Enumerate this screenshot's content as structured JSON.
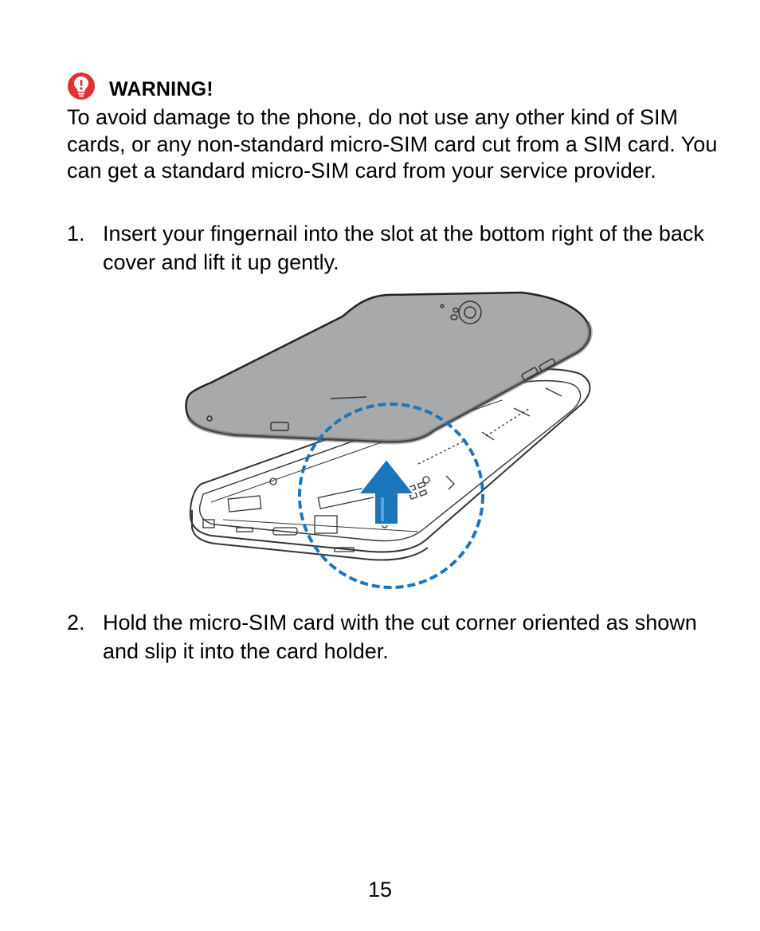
{
  "warning": {
    "title": "WARNING!",
    "icon": "warning-icon",
    "icon_color": "#e03232",
    "body": "To avoid damage to the phone, do not use any other kind of SIM cards, or any non-standard micro-SIM card cut from a SIM card. You can get a standard micro-SIM card from your service provider."
  },
  "steps": [
    {
      "number": "1.",
      "text": "Insert your fingernail into the slot at the bottom right of the back cover and lift it up gently."
    },
    {
      "number": "2.",
      "text": "Hold the micro-SIM card with the cut corner oriented as shown and slip it into the card holder."
    }
  ],
  "figure": {
    "cover_color": "#a7a9ab",
    "highlight_color": "#1b75bb",
    "arrow_color": "#1b75bb"
  },
  "page_number": "15"
}
